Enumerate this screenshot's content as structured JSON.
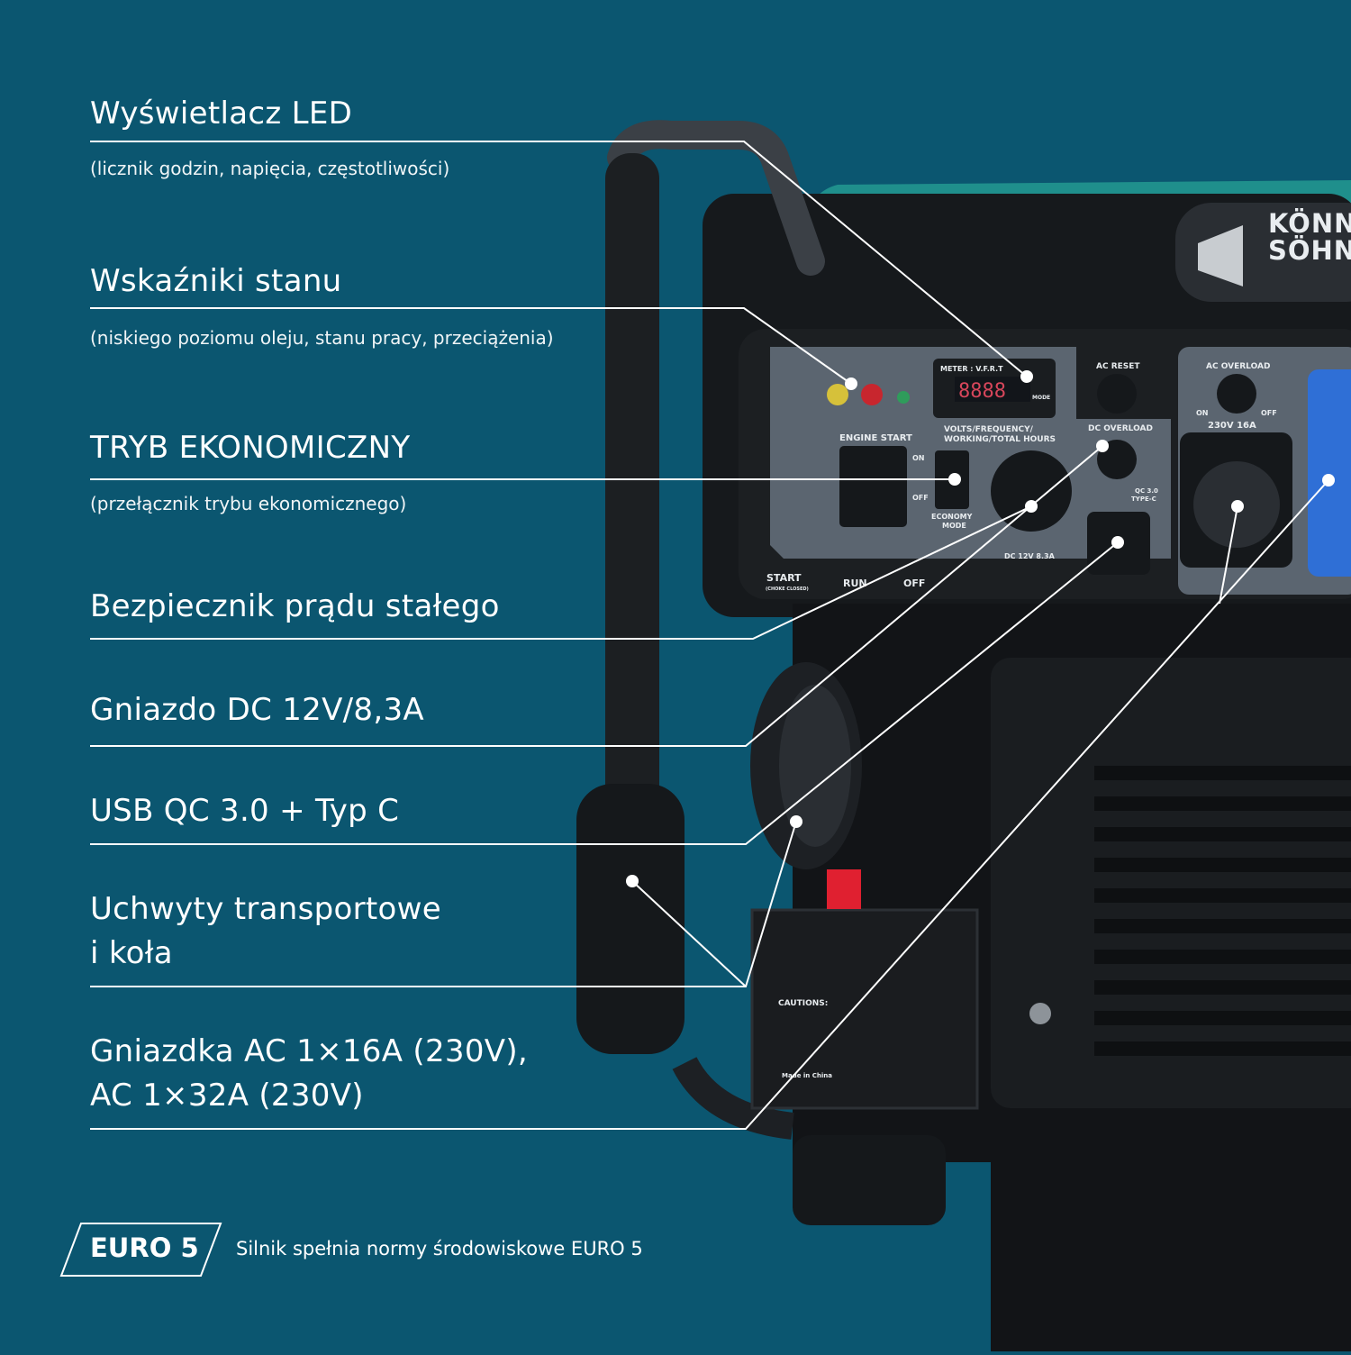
{
  "callouts": [
    {
      "title": "Wyświetlacz LED",
      "subtitle": "(licznik godzin, napięcia, częstotliwości)"
    },
    {
      "title": "Wskaźniki stanu",
      "subtitle": "(niskiego poziomu oleju, stanu pracy, przeciążenia)"
    },
    {
      "title": "TRYB EKONOMICZNY",
      "subtitle": "(przełącznik trybu ekonomicznego)"
    },
    {
      "title": "Bezpiecznik prądu stałego"
    },
    {
      "title": "Gniazdo DC 12V/8,3A"
    },
    {
      "title": "USB QC 3.0 + Typ C"
    },
    {
      "title": "Uchwyty transportowe",
      "title2": "i koła"
    },
    {
      "title": "Gniazdka AC 1×16A (230V),",
      "title2": "AC 1×32A (230V)"
    }
  ],
  "euro": {
    "badge": "EURO 5",
    "description": "Silnik spełnia normy środowiskowe EURO 5"
  },
  "panel": {
    "meter": "METER : V.F.R.T",
    "display": "8888",
    "mode": "MODE",
    "volts": "VOLTS/FREQUENCY/",
    "hours": "WORKING/TOTAL HOURS",
    "ac_reset": "AC RESET",
    "ac_overload": "AC OVERLOAD",
    "on": "ON",
    "off": "OFF",
    "rating": "230V  16A",
    "dc_overload": "DC OVERLOAD",
    "engine_start": "ENGINE START",
    "economy": "ECONOMY",
    "mode2": "MODE",
    "dc_rating": "DC 12V 8.3A",
    "qc": "QC 3.0",
    "typec": "TYPE-C",
    "start": "START",
    "choke": "(CHOKE CLOSED)",
    "run": "RUN",
    "lever_off": "OFF",
    "caution": "CAUTIONS:",
    "made_in": "Made in China"
  },
  "logo": {
    "line1": "KÖNN",
    "line2": "SÖHN"
  },
  "colors": {
    "background": "#0b5670",
    "accent_teal": "#1f8f8c",
    "socket_blue": "#2f6fd6",
    "cap_red": "#e02030"
  }
}
